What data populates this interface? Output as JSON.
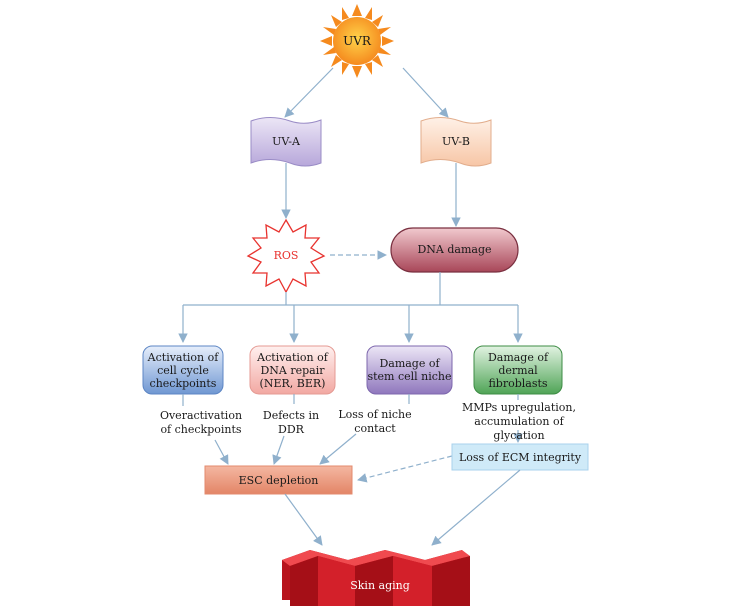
{
  "diagram": {
    "uvr": "UVR",
    "uva": "UV-A",
    "uvb": "UV-B",
    "ros": "ROS",
    "dna_damage": "DNA damage",
    "boxes": [
      {
        "id": "cell-cycle",
        "line1": "Activation of",
        "line2": "cell cycle",
        "line3": "checkpoints",
        "color": "#7fa6dc"
      },
      {
        "id": "dna-repair",
        "line1": "Activation of",
        "line2": "DNA repair",
        "line3": "(NER, BER)",
        "color": "#f4b3ae"
      },
      {
        "id": "stem-niche",
        "line1": "Damage of",
        "line2": "stem cell niche",
        "line3": "",
        "color": "#a08cc6"
      },
      {
        "id": "fibroblasts",
        "line1": "Damage of",
        "line2": "dermal",
        "line3": "fibroblasts",
        "color": "#6ab870"
      }
    ],
    "annotations": {
      "overactivation_1": "Overactivation",
      "overactivation_2": "of checkpoints",
      "defects_1": "Defects in",
      "defects_2": "DDR",
      "loss_niche_1": "Loss of niche",
      "loss_niche_2": "contact",
      "mmps_1": "MMPs upregulation,",
      "mmps_2": "accumulation of glycation"
    },
    "esc_depletion": "ESC depletion",
    "loss_ecm": "Loss of ECM integrity",
    "skin_aging": "Skin aging"
  },
  "colors": {
    "arrow": "#8fb0cc",
    "sun": "#f58a1e",
    "uva": "#c9bde3",
    "uvb": "#fbd9c4",
    "ros_stroke": "#e8332f",
    "dna_damage": "#b85a66",
    "esc": "#e8937a",
    "ecm": "#cfeaf8",
    "skin": "#d3202a"
  }
}
